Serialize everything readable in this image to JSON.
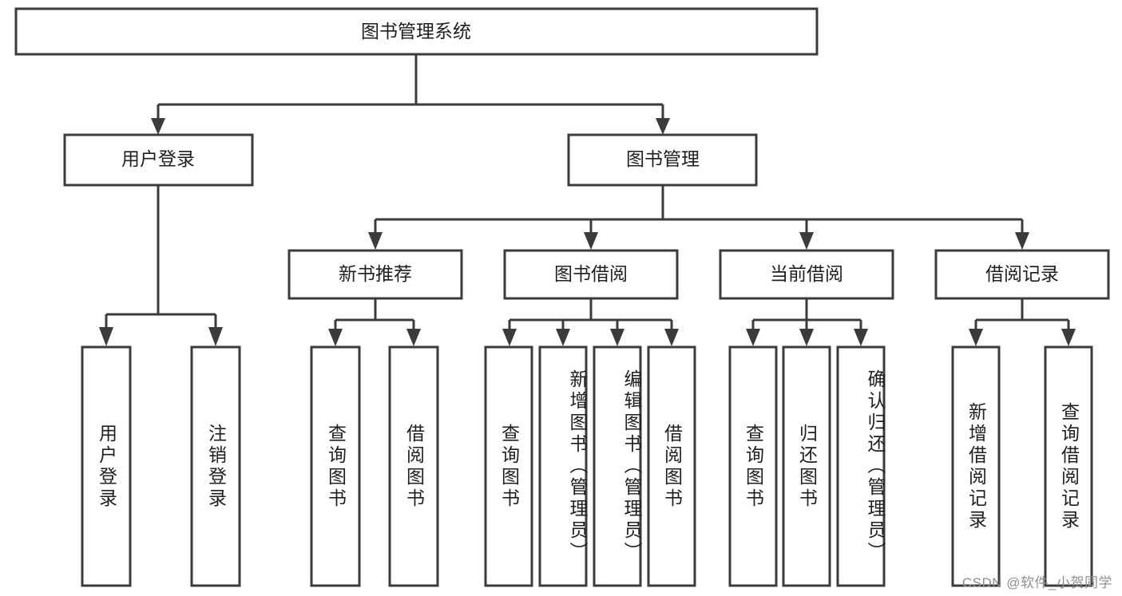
{
  "diagram": {
    "title": "图书管理系统",
    "type": "tree-hierarchy-chart",
    "watermark": "CSDN @软件_小贺同学",
    "colors": {
      "box_fill": "#ffffff",
      "box_stroke": "#3b3b3b",
      "text": "#1f1f1f",
      "background": "#ffffff",
      "watermark": "#8f8f8f"
    },
    "root": {
      "label": "图书管理系统"
    },
    "level2": [
      {
        "label": "用户登录"
      },
      {
        "label": "图书管理"
      }
    ],
    "level3": [
      {
        "label": "新书推荐"
      },
      {
        "label": "图书借阅"
      },
      {
        "label": "当前借阅"
      },
      {
        "label": "借阅记录"
      }
    ],
    "leaves": {
      "user_login": [
        {
          "label": "用户登录"
        },
        {
          "label": "注销登录"
        }
      ],
      "new_book_recommend": [
        {
          "label": "查询图书"
        },
        {
          "label": "借阅图书"
        }
      ],
      "book_borrow": [
        {
          "label": "查询图书"
        },
        {
          "label": "新增图书（管理员）"
        },
        {
          "label": "编辑图书（管理员）"
        },
        {
          "label": "借阅图书"
        }
      ],
      "current_borrow": [
        {
          "label": "查询图书"
        },
        {
          "label": "归还图书"
        },
        {
          "label": "确认归还（管理员）"
        }
      ],
      "borrow_record": [
        {
          "label": "新增借阅记录"
        },
        {
          "label": "查询借阅记录"
        }
      ]
    }
  }
}
